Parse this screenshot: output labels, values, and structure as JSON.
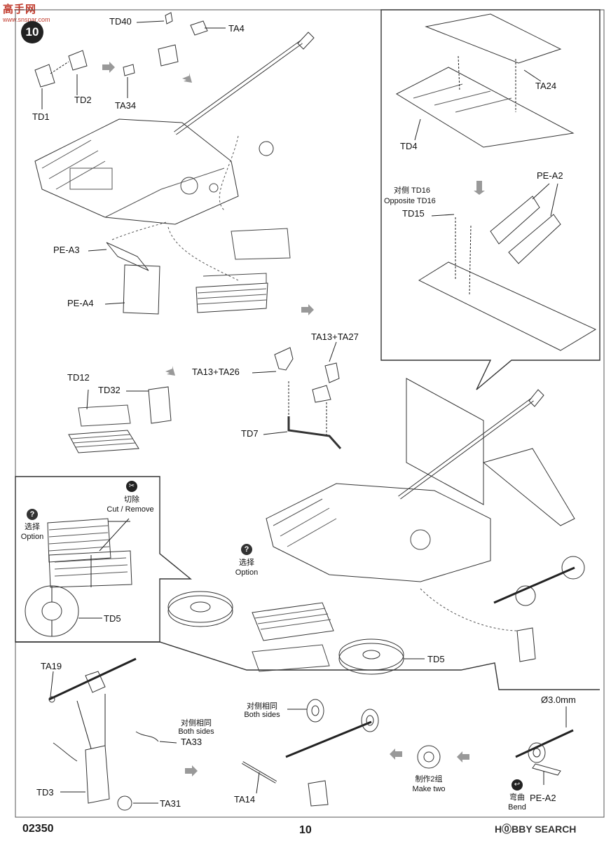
{
  "watermark": {
    "logo_text": "高手网",
    "logo_sub": "www.snspar.com",
    "search_brand": "H⓪BBY SEARCH"
  },
  "step": {
    "number": "10"
  },
  "footer": {
    "code": "02350",
    "page": "10"
  },
  "labels": {
    "td40": "TD40",
    "ta4": "TA4",
    "td2": "TD2",
    "td1": "TD1",
    "ta34": "TA34",
    "pe_a3": "PE-A3",
    "pe_a4": "PE-A4",
    "ta24": "TA24",
    "td4": "TD4",
    "pe_a2_top": "PE-A2",
    "td16_cn": "对侧 TD16",
    "td16_en": "Opposite TD16",
    "td15": "TD15",
    "ta13_ta27": "TA13+TA27",
    "ta13_ta26": "TA13+TA26",
    "td12": "TD12",
    "td32": "TD32",
    "td7": "TD7",
    "cut_cn": "切除",
    "cut_en": "Cut / Remove",
    "opt1_cn": "选择",
    "opt1_en": "Option",
    "opt2_cn": "选择",
    "opt2_en": "Option",
    "td5_inset": "TD5",
    "td5_main": "TD5",
    "ta19": "TA19",
    "ta33_cn": "对侧相同",
    "ta33_en": "Both sides",
    "ta33": "TA33",
    "td3": "TD3",
    "ta31": "TA31",
    "both_cn": "对侧相同",
    "both_en": "Both sides",
    "ta14": "TA14",
    "make_cn": "制作2组",
    "make_en": "Make two",
    "dia": "Ø3.0mm",
    "bend_cn": "弯曲",
    "bend_en": "Bend",
    "pe_a2_bot": "PE-A2"
  },
  "icons": {
    "option": "question-icon",
    "cut": "cut-icon",
    "bend": "bend-icon"
  }
}
